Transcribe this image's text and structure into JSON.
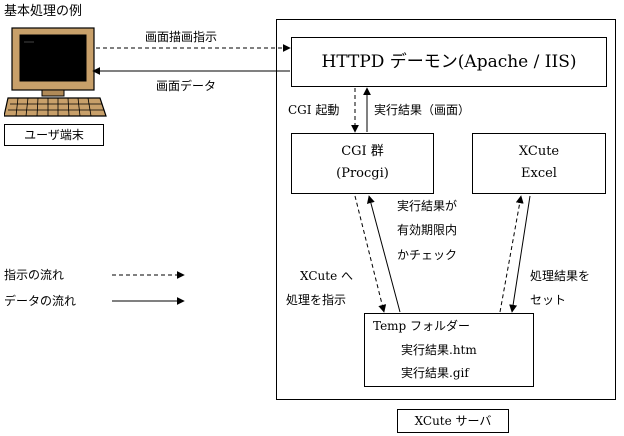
{
  "title": "基本処理の例",
  "terminal": {
    "label": "ユーザ端末"
  },
  "server": {
    "label": "XCute サーバ"
  },
  "httpd": {
    "label": "HTTPD デーモン(Apache / IIS)"
  },
  "cgi": {
    "line1": "CGI 群",
    "line2": "(Procgi)"
  },
  "xcute": {
    "line1": "XCute",
    "line2": "Excel"
  },
  "temp": {
    "title": "Temp フォルダー",
    "file1": "実行結果.htm",
    "file2": "実行結果.gif"
  },
  "arrows": {
    "draw_instruction": "画面描画指示",
    "screen_data": "画面データ",
    "cgi_launch": "CGI 起動",
    "exec_result_screen": "実行結果（画面）",
    "check_line1": "実行結果が",
    "check_line2": "有効期限内",
    "check_line3": "かチェック",
    "to_xcute_line1": "XCute へ",
    "to_xcute_line2": "処理を指示",
    "set_result_line1": "処理結果を",
    "set_result_line2": "セット"
  },
  "legend": {
    "instruction_flow": "指示の流れ",
    "data_flow": "データの流れ"
  }
}
